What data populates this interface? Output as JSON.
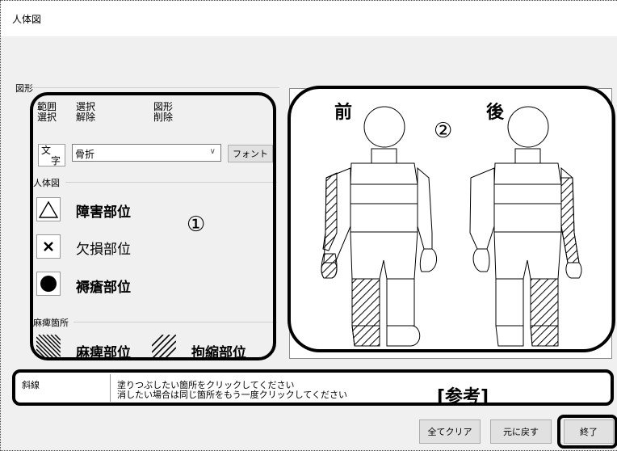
{
  "window": {
    "title": "人体図"
  },
  "shape_group": {
    "label": "図形",
    "range_select": "範囲\n選択",
    "deselect": "選択\n解除",
    "delete_shape": "図形\n削除",
    "text_button": "文\n　字",
    "text_value": "骨折",
    "font_button": "フォント"
  },
  "body_group": {
    "label": "人体図",
    "items": [
      {
        "label": "障害部位",
        "icon": "triangle-icon"
      },
      {
        "label": "欠損部位",
        "icon": "cross-icon"
      },
      {
        "label": "褥瘡部位",
        "icon": "filled-circle-icon"
      }
    ]
  },
  "paralysis_group": {
    "label": "麻痺箇所",
    "items": [
      {
        "label": "麻痺部位",
        "icon": "dense-hatch-icon"
      },
      {
        "label": "拘縮部位",
        "icon": "sparse-hatch-icon"
      }
    ]
  },
  "annotations": {
    "one": "①",
    "two": "②",
    "reference": "[参考]"
  },
  "figure": {
    "front": "前",
    "back": "後"
  },
  "info": {
    "mode": "斜線",
    "message": "塗りつぶしたい箇所をクリックしてください\n消したい場合は同じ箇所をもう一度クリックしてください"
  },
  "footer": {
    "clear_all": "全てクリア",
    "undo": "元に戻す",
    "exit": "終了"
  }
}
